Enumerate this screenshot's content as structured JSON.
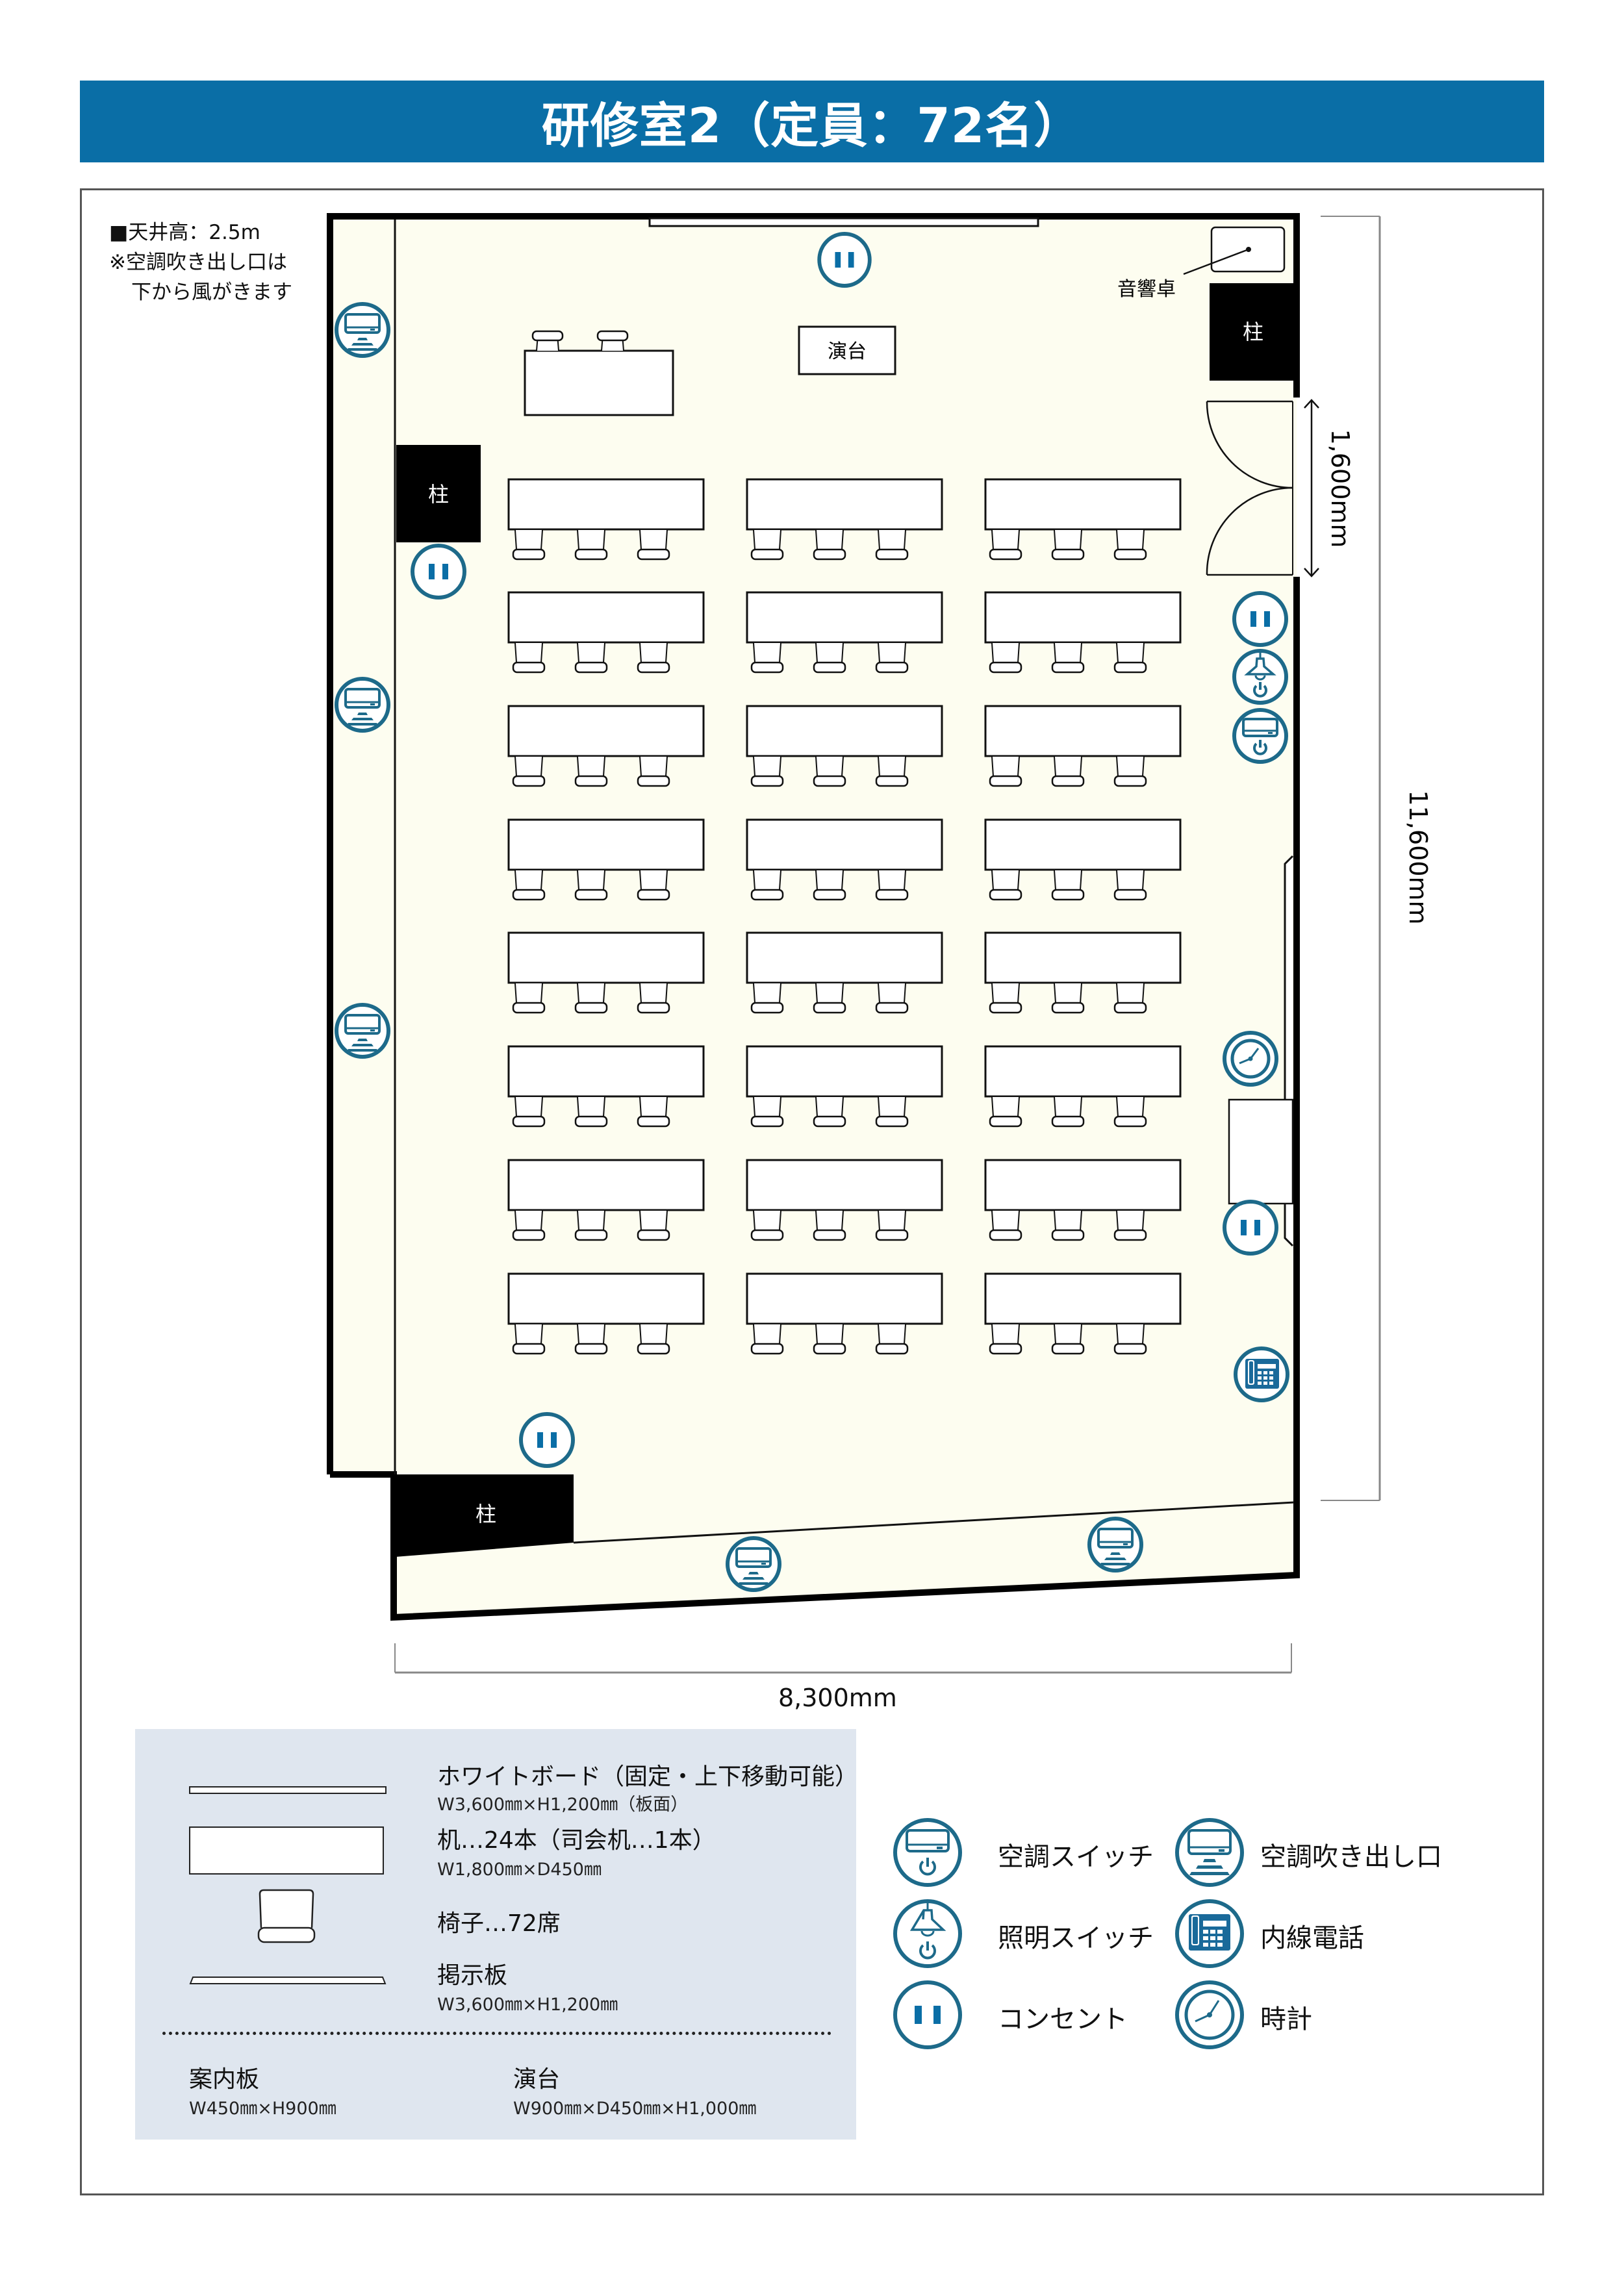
{
  "title": "研修室2（定員：72名）",
  "notes": {
    "ceiling": "■天井高：2.5m",
    "aircon_line1": "※空調吹き出し口は",
    "aircon_line2": "下から風がきます"
  },
  "plan": {
    "labels": {
      "podium": "演台",
      "sound_desk": "音響卓",
      "pillar": "柱"
    },
    "dimensions": {
      "door_width": "1,600mm",
      "room_depth": "11,600mm",
      "room_width": "8,300mm"
    },
    "layout": {
      "desk_rows": 8,
      "desk_columns": 3,
      "chairs_per_desk": 3,
      "moderator_desk_chairs": 2
    }
  },
  "legend": {
    "furniture": [
      {
        "name": "ホワイトボード（固定・上下移動可能）",
        "spec": "W3,600㎜×H1,200㎜（板面）"
      },
      {
        "name": "机…24本（司会机…1本）",
        "spec": "W1,800㎜×D450㎜"
      },
      {
        "name": "椅子…72席",
        "spec": ""
      },
      {
        "name": "掲示板",
        "spec": "W3,600㎜×H1,200㎜"
      }
    ],
    "extras": [
      {
        "name": "案内板",
        "spec": "W450㎜×H900㎜"
      },
      {
        "name": "演台",
        "spec": "W900㎜×D450㎜×H1,000㎜"
      }
    ],
    "icons": [
      {
        "icon": "aircon-switch-icon",
        "label": "空調スイッチ"
      },
      {
        "icon": "aircon-vent-icon",
        "label": "空調吹き出し口"
      },
      {
        "icon": "light-switch-icon",
        "label": "照明スイッチ"
      },
      {
        "icon": "phone-icon",
        "label": "内線電話"
      },
      {
        "icon": "outlet-icon",
        "label": "コンセント"
      },
      {
        "icon": "clock-icon",
        "label": "時計"
      }
    ]
  },
  "colors": {
    "title_bg": "#0a6ea6",
    "icon_stroke": "#1d6a8a",
    "floor": "#fdfdf0",
    "legend_bg": "#dfe6ef"
  }
}
